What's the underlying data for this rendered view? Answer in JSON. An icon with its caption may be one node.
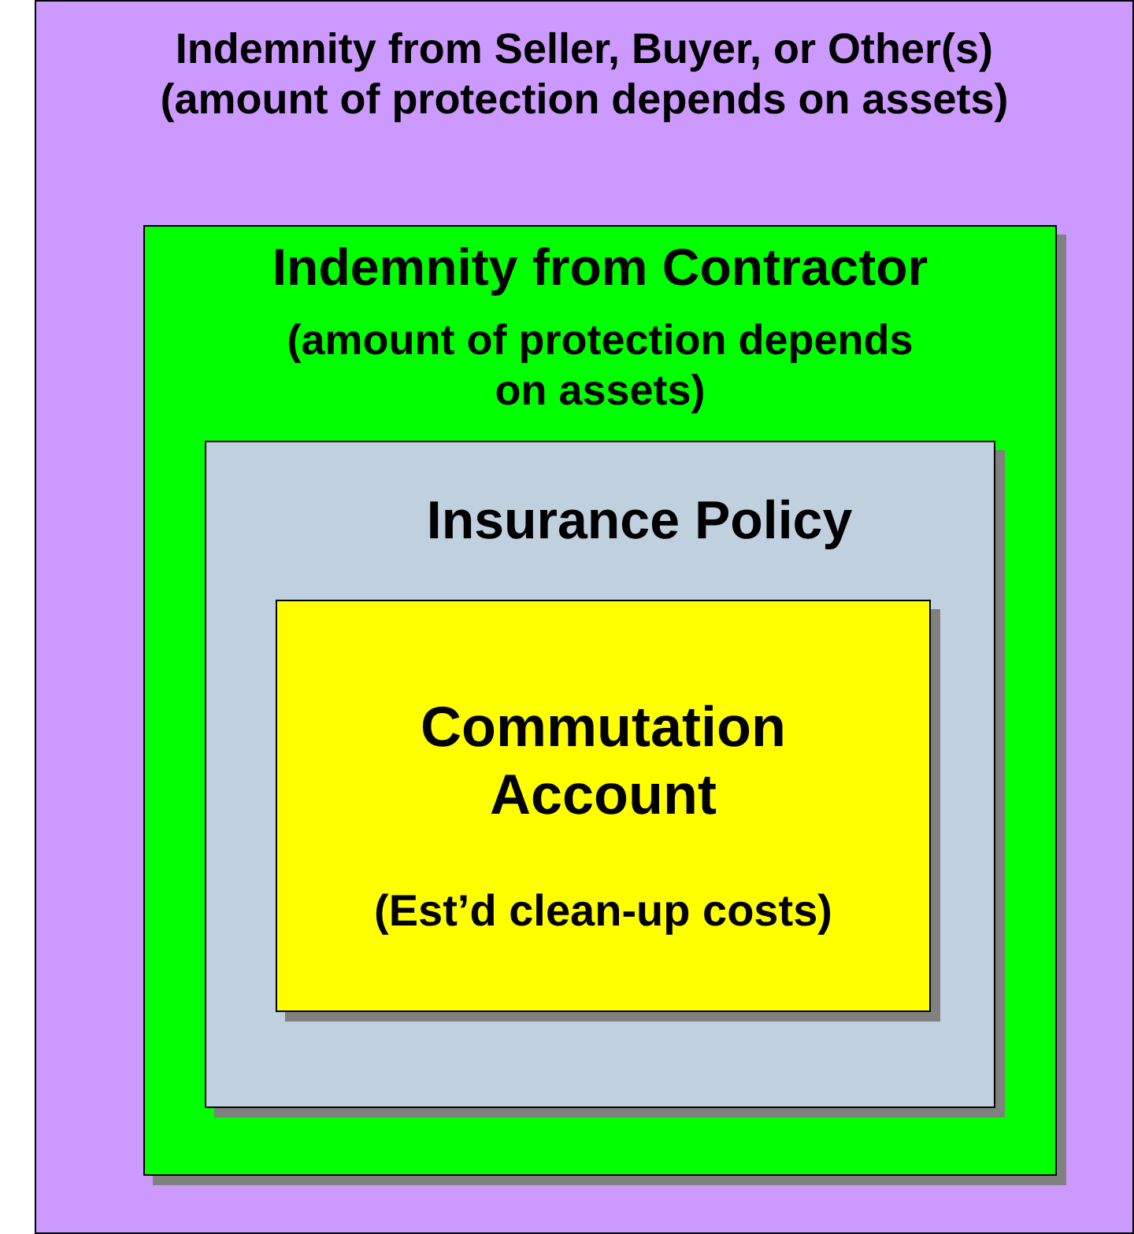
{
  "diagram": {
    "nodes": [
      {
        "text": [
          "Indemnity from Seller, Buyer, or Other(s) (amount of protection depends on assets)"
        ]
      },
      {
        "text": [
          "Indemnity from Contractor",
          "(amount of protection depends on assets)"
        ],
        "in": 0
      },
      {
        "text": [
          "Insurance Policy"
        ],
        "in": 1
      },
      {
        "text": [
          "Commutation Account",
          "(Est’d clean-up costs)"
        ],
        "in": 2
      }
    ]
  }
}
